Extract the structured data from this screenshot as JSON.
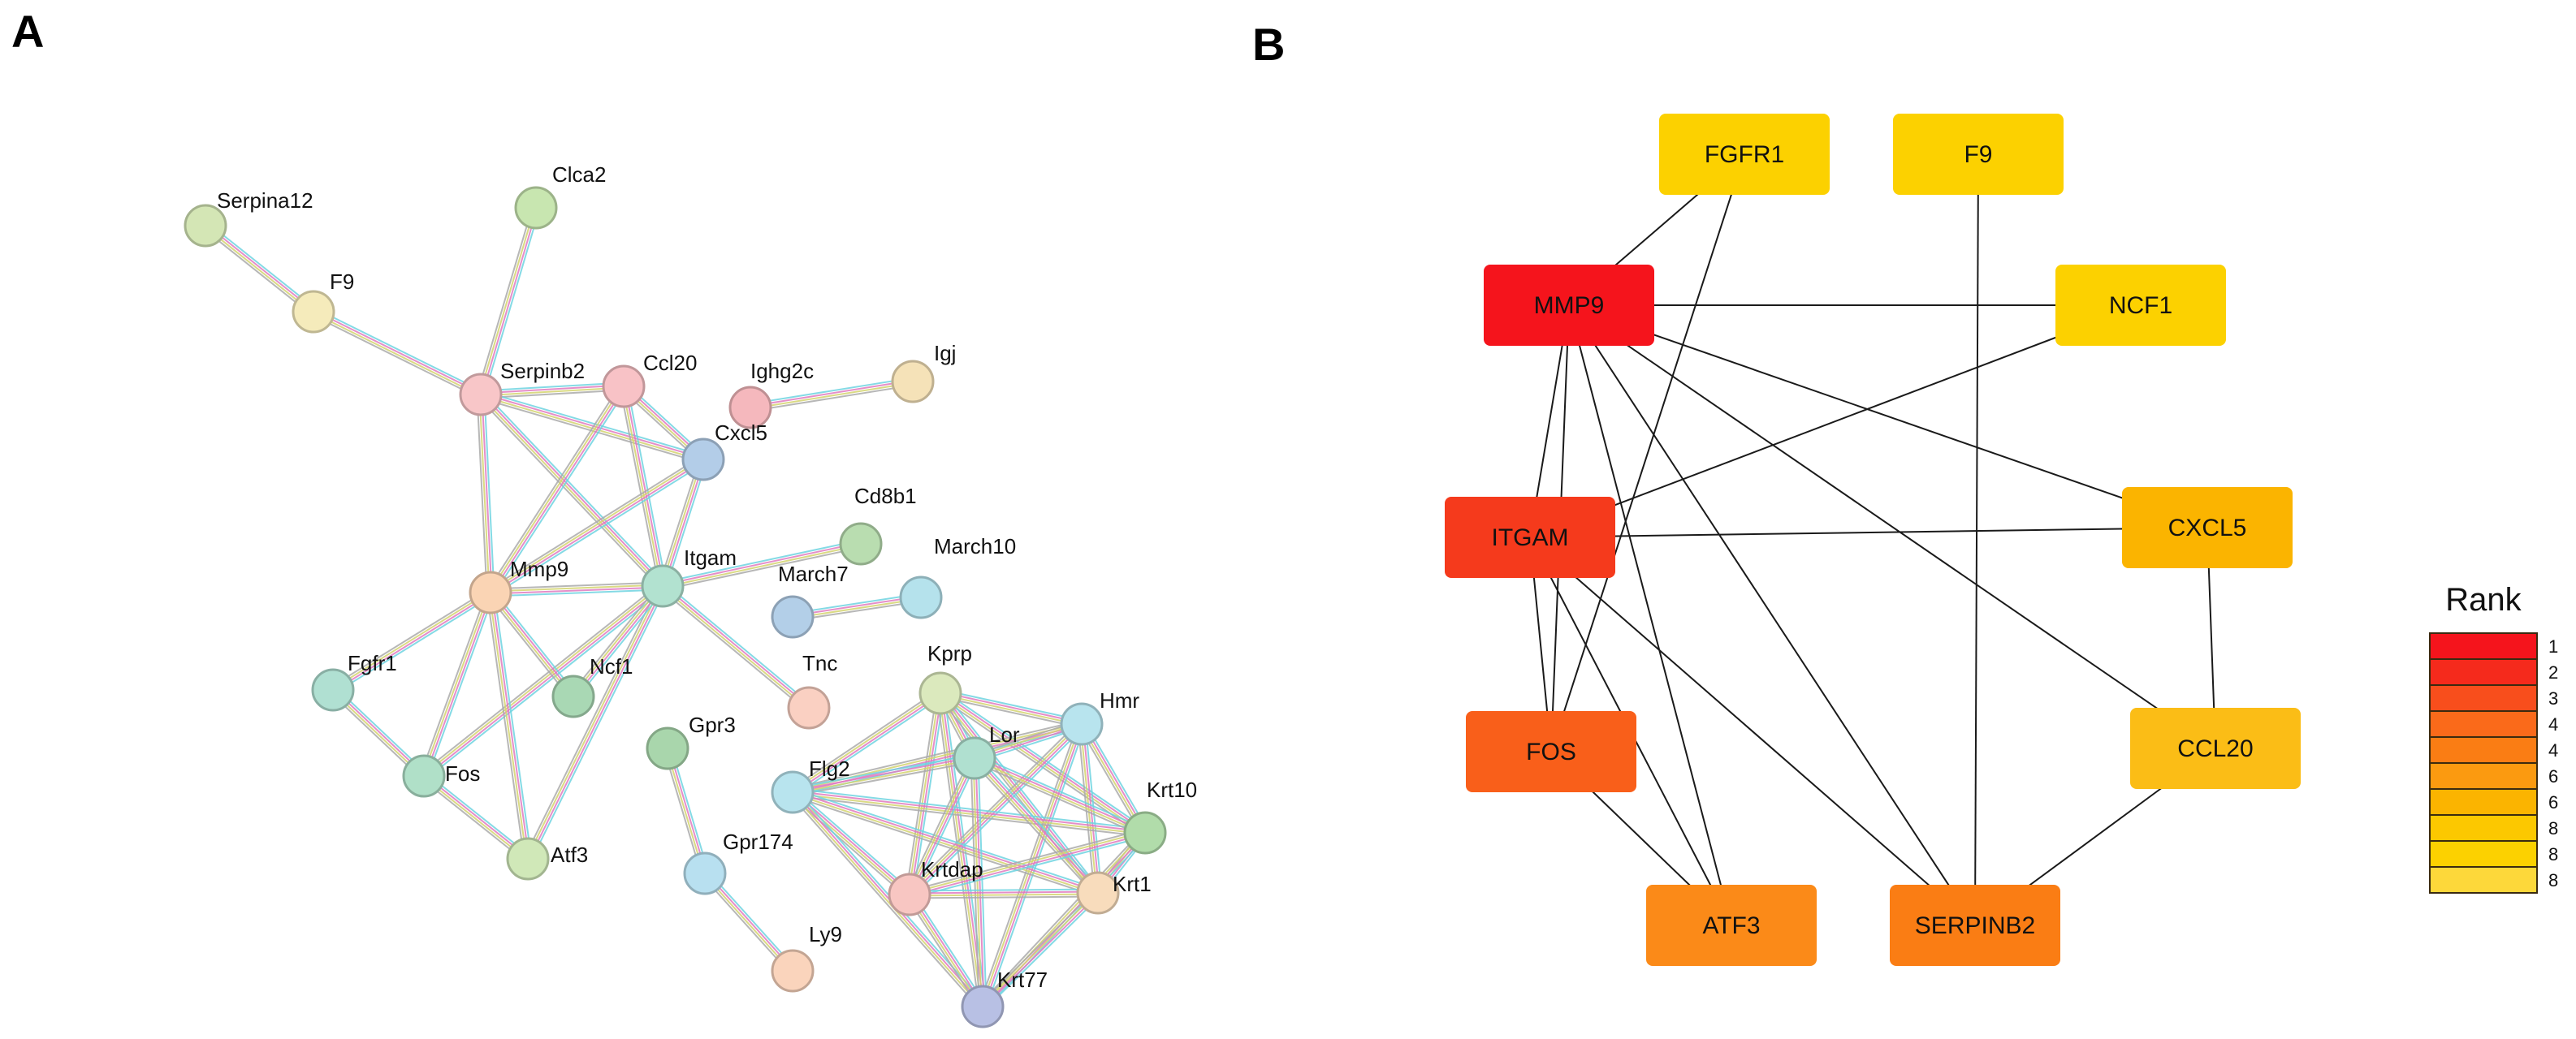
{
  "panels": {
    "a": "A",
    "b": "B"
  },
  "network_a": {
    "nodes": [
      {
        "id": "Serpina12",
        "color": "#d4e6b5"
      },
      {
        "id": "Clca2",
        "color": "#c8e6b0"
      },
      {
        "id": "F9",
        "color": "#f5ebbb"
      },
      {
        "id": "Serpinb2",
        "color": "#f8c6c8"
      },
      {
        "id": "Ccl20",
        "color": "#f8c2c6"
      },
      {
        "id": "Ighg2c",
        "color": "#f5b8bd"
      },
      {
        "id": "Igj",
        "color": "#f5e2b8"
      },
      {
        "id": "Cxcl5",
        "color": "#b3cde8"
      },
      {
        "id": "Cd8b1",
        "color": "#b9ddb0"
      },
      {
        "id": "Itgam",
        "color": "#b2e2d0"
      },
      {
        "id": "Mmp9",
        "color": "#fad4b4"
      },
      {
        "id": "March10",
        "color": "#b5e2ec"
      },
      {
        "id": "March7",
        "color": "#b3cfe8"
      },
      {
        "id": "Fgfr1",
        "color": "#b0e0d2"
      },
      {
        "id": "Ncf1",
        "color": "#a9d8b4"
      },
      {
        "id": "Tnc",
        "color": "#fad0c2"
      },
      {
        "id": "Kprp",
        "color": "#dbe9bd"
      },
      {
        "id": "Hmr",
        "color": "#b8e4ee"
      },
      {
        "id": "Fos",
        "color": "#b0e0c8"
      },
      {
        "id": "Gpr3",
        "color": "#a9d6ac"
      },
      {
        "id": "Flg2",
        "color": "#b8e4ee"
      },
      {
        "id": "Lor",
        "color": "#b0e0d0"
      },
      {
        "id": "Krt10",
        "color": "#b1dcaa"
      },
      {
        "id": "Atf3",
        "color": "#d0e8b8"
      },
      {
        "id": "Gpr174",
        "color": "#b8e0f0"
      },
      {
        "id": "Krtdap",
        "color": "#f8c6c2"
      },
      {
        "id": "Krt1",
        "color": "#f8dcbc"
      },
      {
        "id": "Ly9",
        "color": "#fad4bc"
      },
      {
        "id": "Krt77",
        "color": "#b8c0e4"
      }
    ],
    "edges": [
      [
        "Serpina12",
        "F9"
      ],
      [
        "F9",
        "Serpinb2"
      ],
      [
        "Clca2",
        "Serpinb2"
      ],
      [
        "Serpinb2",
        "Ccl20"
      ],
      [
        "Serpinb2",
        "Cxcl5"
      ],
      [
        "Serpinb2",
        "Mmp9"
      ],
      [
        "Serpinb2",
        "Itgam"
      ],
      [
        "Ccl20",
        "Cxcl5"
      ],
      [
        "Ccl20",
        "Mmp9"
      ],
      [
        "Ccl20",
        "Itgam"
      ],
      [
        "Cxcl5",
        "Mmp9"
      ],
      [
        "Cxcl5",
        "Itgam"
      ],
      [
        "Ighg2c",
        "Igj"
      ],
      [
        "Itgam",
        "Mmp9"
      ],
      [
        "Itgam",
        "Cd8b1"
      ],
      [
        "Itgam",
        "Tnc"
      ],
      [
        "Itgam",
        "Fos"
      ],
      [
        "Itgam",
        "Atf3"
      ],
      [
        "Itgam",
        "Ncf1"
      ],
      [
        "Mmp9",
        "Fgfr1"
      ],
      [
        "Mmp9",
        "Ncf1"
      ],
      [
        "Mmp9",
        "Fos"
      ],
      [
        "Mmp9",
        "Atf3"
      ],
      [
        "Fgfr1",
        "Fos"
      ],
      [
        "Fos",
        "Atf3"
      ],
      [
        "March7",
        "March10"
      ],
      [
        "Gpr3",
        "Gpr174"
      ],
      [
        "Gpr174",
        "Ly9"
      ],
      [
        "Kprp",
        "Hmr"
      ],
      [
        "Kprp",
        "Flg2"
      ],
      [
        "Kprp",
        "Lor"
      ],
      [
        "Kprp",
        "Krt10"
      ],
      [
        "Kprp",
        "Krtdap"
      ],
      [
        "Kprp",
        "Krt1"
      ],
      [
        "Kprp",
        "Krt77"
      ],
      [
        "Hmr",
        "Flg2"
      ],
      [
        "Hmr",
        "Lor"
      ],
      [
        "Hmr",
        "Krt10"
      ],
      [
        "Hmr",
        "Krtdap"
      ],
      [
        "Hmr",
        "Krt1"
      ],
      [
        "Hmr",
        "Krt77"
      ],
      [
        "Flg2",
        "Lor"
      ],
      [
        "Flg2",
        "Krt10"
      ],
      [
        "Flg2",
        "Krtdap"
      ],
      [
        "Flg2",
        "Krt1"
      ],
      [
        "Flg2",
        "Krt77"
      ],
      [
        "Lor",
        "Krt10"
      ],
      [
        "Lor",
        "Krtdap"
      ],
      [
        "Lor",
        "Krt1"
      ],
      [
        "Lor",
        "Krt77"
      ],
      [
        "Krt10",
        "Krtdap"
      ],
      [
        "Krt10",
        "Krt1"
      ],
      [
        "Krt10",
        "Krt77"
      ],
      [
        "Krtdap",
        "Krt1"
      ],
      [
        "Krtdap",
        "Krt77"
      ],
      [
        "Krt1",
        "Krt77"
      ]
    ],
    "edge_colors": [
      "#6fd3e0",
      "#e07ac0",
      "#d3d36f",
      "#aaaaaa"
    ]
  },
  "network_b": {
    "nodes": [
      {
        "id": "FGFR1",
        "rank": 8,
        "color": "#fcd100"
      },
      {
        "id": "F9",
        "rank": 8,
        "color": "#fcd100"
      },
      {
        "id": "MMP9",
        "rank": 1,
        "color": "#f5141c"
      },
      {
        "id": "NCF1",
        "rank": 8,
        "color": "#fcd100"
      },
      {
        "id": "ITGAM",
        "rank": 2,
        "color": "#f53a1c"
      },
      {
        "id": "CXCL5",
        "rank": 6,
        "color": "#fbb400"
      },
      {
        "id": "FOS",
        "rank": 3,
        "color": "#f95f1a"
      },
      {
        "id": "CCL20",
        "rank": 6,
        "color": "#fbbd16"
      },
      {
        "id": "ATF3",
        "rank": 4,
        "color": "#fb8a18"
      },
      {
        "id": "SERPINB2",
        "rank": 4,
        "color": "#fa7d14"
      }
    ],
    "edges": [
      [
        "FGFR1",
        "MMP9"
      ],
      [
        "FGFR1",
        "FOS"
      ],
      [
        "F9",
        "SERPINB2"
      ],
      [
        "MMP9",
        "NCF1"
      ],
      [
        "MMP9",
        "CXCL5"
      ],
      [
        "MMP9",
        "ITGAM"
      ],
      [
        "MMP9",
        "FOS"
      ],
      [
        "MMP9",
        "ATF3"
      ],
      [
        "MMP9",
        "SERPINB2"
      ],
      [
        "MMP9",
        "CCL20"
      ],
      [
        "NCF1",
        "ITGAM"
      ],
      [
        "ITGAM",
        "CXCL5"
      ],
      [
        "ITGAM",
        "FOS"
      ],
      [
        "ITGAM",
        "ATF3"
      ],
      [
        "ITGAM",
        "SERPINB2"
      ],
      [
        "CXCL5",
        "CCL20"
      ],
      [
        "CCL20",
        "SERPINB2"
      ],
      [
        "FOS",
        "ATF3"
      ]
    ]
  },
  "legend": {
    "title": "Rank",
    "entries": [
      {
        "label": "1",
        "color": "#f5141c"
      },
      {
        "label": "2",
        "color": "#f52a1c"
      },
      {
        "label": "3",
        "color": "#f84e1c"
      },
      {
        "label": "4",
        "color": "#fa6a1a"
      },
      {
        "label": "4",
        "color": "#fa7d14"
      },
      {
        "label": "6",
        "color": "#fb9a10"
      },
      {
        "label": "6",
        "color": "#fbb400"
      },
      {
        "label": "8",
        "color": "#fcc800"
      },
      {
        "label": "8",
        "color": "#fcd100"
      },
      {
        "label": "8",
        "color": "#fdd83a"
      }
    ]
  }
}
